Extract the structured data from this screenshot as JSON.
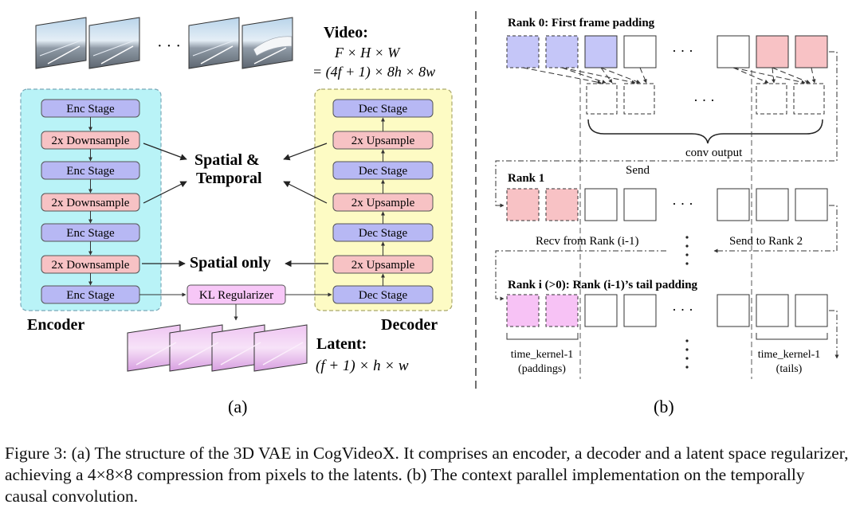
{
  "panel_a": {
    "sublabel": "(a)",
    "video_label": "Video:",
    "video_dims": "F × H × W",
    "video_formula": "= (4f + 1) × 8h × 8w",
    "ellipsis": "· · ·",
    "encoder_label": "Encoder",
    "decoder_label": "Decoder",
    "encoder_blocks": [
      "Enc Stage",
      "2x Downsample",
      "Enc Stage",
      "2x Downsample",
      "Enc Stage",
      "2x Downsample",
      "Enc Stage"
    ],
    "decoder_blocks": [
      "Dec Stage",
      "2x Upsample",
      "Dec Stage",
      "2x Upsample",
      "Dec Stage",
      "2x Upsample",
      "Dec Stage"
    ],
    "spatial_temporal_1": "Spatial &",
    "spatial_temporal_2": "Temporal",
    "spatial_only": "Spatial only",
    "kl_regularizer": "KL Regularizer",
    "latent_label": "Latent:",
    "latent_formula": "(f + 1) × h × w"
  },
  "panel_b": {
    "sublabel": "(b)",
    "rank0_label": "Rank 0: First frame padding",
    "conv_output": "conv output",
    "send": "Send",
    "rank1_label": "Rank 1",
    "recv_from": "Recv from Rank (i-1)",
    "send_to": "Send to Rank 2",
    "ranki_label": "Rank i (>0): Rank (i-1)’s tail padding",
    "time_kernel_left": "time_kernel-1",
    "paddings": "(paddings)",
    "time_kernel_right": "time_kernel-1",
    "tails": "(tails)",
    "dots": "· · ·"
  },
  "colors": {
    "encoder_bg": "#b9f3f7",
    "decoder_bg": "#fdfbc4",
    "stage_fill": "#b7b8f4",
    "sample_fill": "#f7c2c4",
    "kl_fill": "#f7c7f7",
    "rank0_pad": "#c5c6f8",
    "rank_tail": "#f8c2c5",
    "ranki_pad": "#f7c2f5"
  },
  "caption": "Figure 3: (a) The structure of the 3D VAE in CogVideoX. It comprises an encoder, a decoder and a latent space regularizer, achieving a 4×8×8 compression from pixels to the latents. (b) The context parallel implementation on the temporally causal convolution."
}
